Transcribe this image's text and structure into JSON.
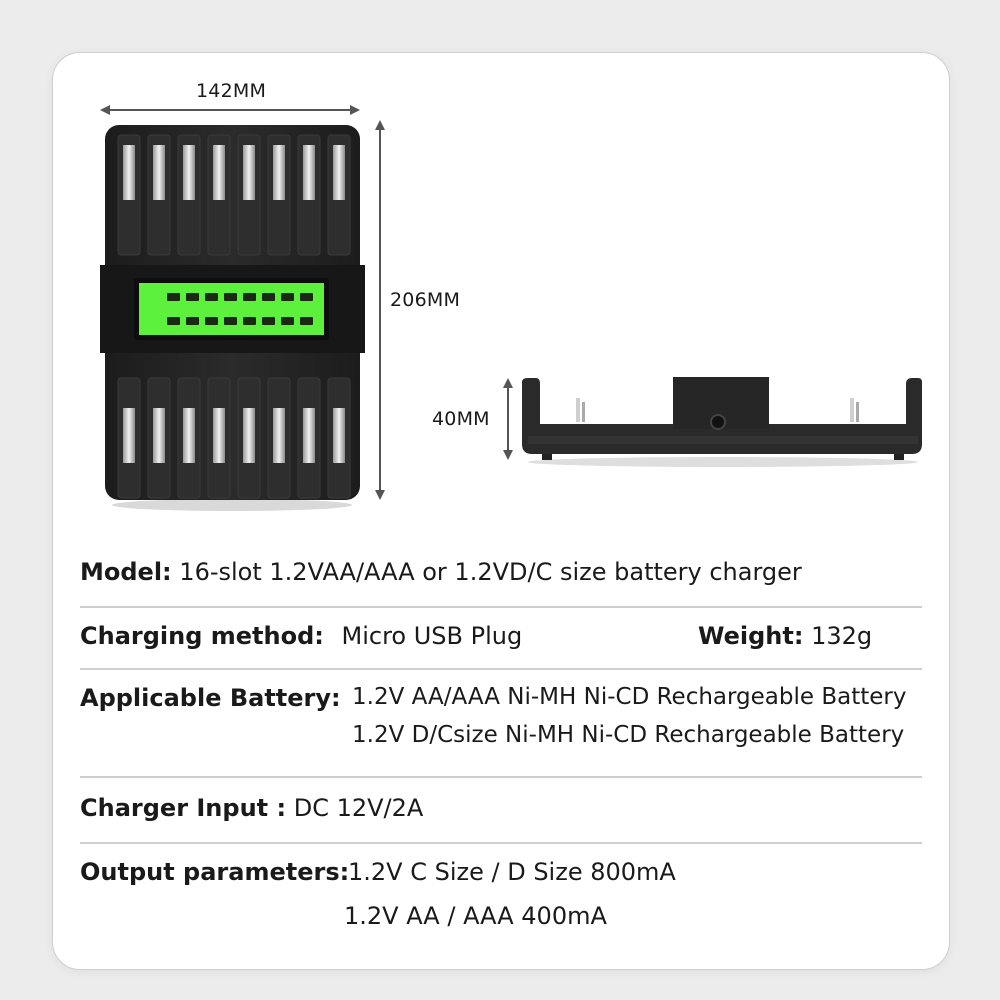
{
  "dimensions": {
    "width": "142MM",
    "length": "206MM",
    "height": "40MM"
  },
  "specs": {
    "model": {
      "label": "Model:",
      "value": "16-slot 1.2VAA/AAA or 1.2VD/C size battery charger"
    },
    "charging_method": {
      "label": "Charging method:",
      "value": "Micro USB Plug"
    },
    "weight": {
      "label": "Weight:",
      "value": "132g"
    },
    "applicable_battery": {
      "label": "Applicable Battery:",
      "lines": [
        "1.2V AA/AAA Ni-MH Ni-CD Rechargeable Battery",
        "1.2V D/Csize Ni-MH Ni-CD Rechargeable Battery"
      ]
    },
    "charger_input": {
      "label": "Charger Input :",
      "value": "DC 12V/2A"
    },
    "output_parameters": {
      "label": "Output parameters:",
      "lines": [
        "1.2V C Size / D Size 800mA",
        "1.2V AA / AAA 400mA"
      ]
    }
  },
  "colors": {
    "lcd": "#5df03c",
    "charger_body": "#222222",
    "slot": "#2e2e2e"
  }
}
